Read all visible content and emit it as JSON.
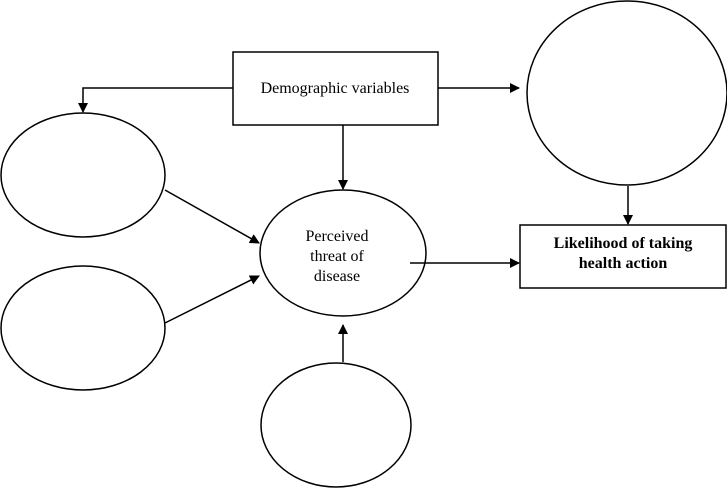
{
  "diagram": {
    "demographic_box": {
      "label": "Demographic variables"
    },
    "perceived_threat": {
      "lines": [
        "Perceived",
        "threat of",
        "disease"
      ]
    },
    "likelihood_box": {
      "lines": [
        "Likelihood of taking",
        "health action"
      ]
    }
  },
  "colors": {
    "stroke": "#000000",
    "background": "#ffffff"
  }
}
